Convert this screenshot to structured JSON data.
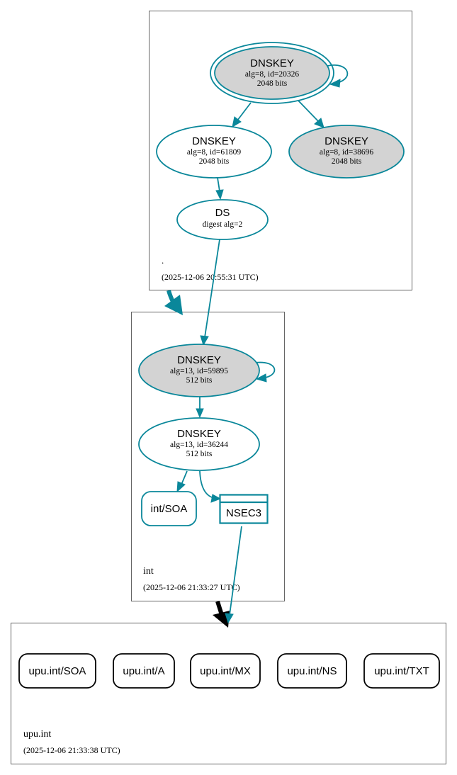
{
  "colors": {
    "edge": "#0a879a",
    "node_fill_trust": "#d3d3d3",
    "delegation_arrow_teal": "#0a879a",
    "delegation_arrow_black": "#000000"
  },
  "zones": {
    "root": {
      "name": ".",
      "timestamp": "(2025-12-06 20:55:31 UTC)"
    },
    "int": {
      "name": "int",
      "timestamp": "(2025-12-06 21:33:27 UTC)"
    },
    "upu": {
      "name": "upu.int",
      "timestamp": "(2025-12-06 21:33:38 UTC)"
    }
  },
  "nodes": {
    "root_ksk": {
      "title": "DNSKEY",
      "line1": "alg=8, id=20326",
      "line2": "2048 bits"
    },
    "root_zsk1": {
      "title": "DNSKEY",
      "line1": "alg=8, id=61809",
      "line2": "2048 bits"
    },
    "root_zsk2": {
      "title": "DNSKEY",
      "line1": "alg=8, id=38696",
      "line2": "2048 bits"
    },
    "root_ds": {
      "title": "DS",
      "line1": "digest alg=2"
    },
    "int_ksk": {
      "title": "DNSKEY",
      "line1": "alg=13, id=59895",
      "line2": "512 bits"
    },
    "int_zsk": {
      "title": "DNSKEY",
      "line1": "alg=13, id=36244",
      "line2": "512 bits"
    },
    "int_soa": {
      "label": "int/SOA"
    },
    "int_nsec3": {
      "label": "NSEC3"
    }
  },
  "records": [
    "upu.int/SOA",
    "upu.int/A",
    "upu.int/MX",
    "upu.int/NS",
    "upu.int/TXT"
  ]
}
